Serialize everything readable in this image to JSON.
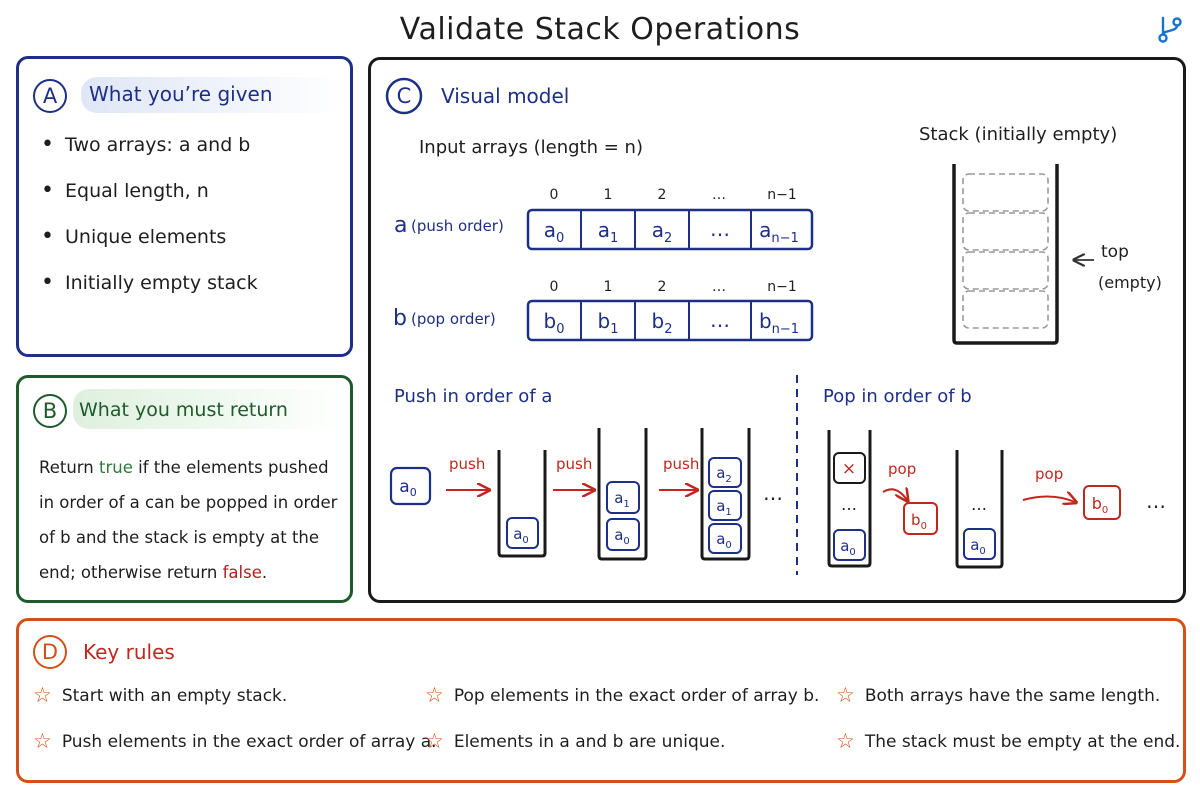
{
  "title": "Validate Stack Operations",
  "icons": {
    "top_right": "branch-icon",
    "rule": "star-icon"
  },
  "colors": {
    "navy": "#1d2f86",
    "green": "#1e5a2c",
    "orange": "#d4501a",
    "red": "#c0281e",
    "true": "#2f7a3a"
  },
  "panelA": {
    "badge": "A",
    "heading": "What you’re given",
    "bullets": [
      "Two arrays: a and b",
      "Equal length, n",
      "Unique elements",
      "Initially empty stack"
    ]
  },
  "panelB": {
    "badge": "B",
    "heading": "What you must return",
    "text": {
      "p1": "Return ",
      "true_word": "true",
      "p2": " if the elements pushed in order of a can be popped in order of b and the stack is empty at the end; otherwise return ",
      "false_word": "false",
      "p3": "."
    }
  },
  "panelC": {
    "badge": "C",
    "heading": "Visual model",
    "input_label": "Input arrays (length = n)",
    "indices": [
      "0",
      "1",
      "2",
      "…",
      "n−1"
    ],
    "array_a": {
      "name": "a",
      "note": "(push order)",
      "cells": [
        "a",
        "a",
        "a",
        "…",
        "a"
      ],
      "subs": [
        "0",
        "1",
        "2",
        "",
        "n−1"
      ]
    },
    "array_b": {
      "name": "b",
      "note": "(pop order)",
      "cells": [
        "b",
        "b",
        "b",
        "…",
        "b"
      ],
      "subs": [
        "0",
        "1",
        "2",
        "",
        "n−1"
      ]
    },
    "stack_label": "Stack (initially empty)",
    "top_label": "top",
    "empty_label": "(empty)",
    "push_heading": "Push in order of a",
    "pop_heading": "Pop in order of b",
    "push_word": "push",
    "pop_word": "pop",
    "ellipsis": "…",
    "x_mark": "×"
  },
  "panelD": {
    "badge": "D",
    "heading": "Key rules",
    "rules": [
      "Start with an empty stack.",
      "Push elements in the exact order of array a.",
      "Pop elements in the exact order of array b.",
      "Elements in a and b are unique.",
      "Both arrays have the same length.",
      "The stack must be empty at the end."
    ]
  }
}
